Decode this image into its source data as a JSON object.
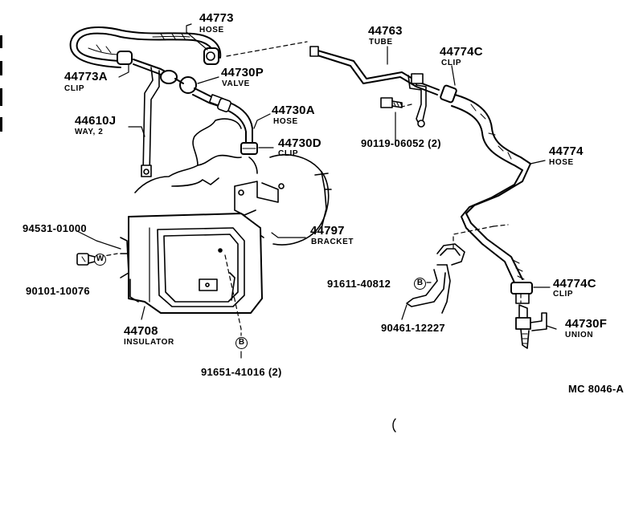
{
  "diagram": {
    "footer_code": "MC 8046-A",
    "parts": [
      {
        "id": "p44773",
        "number": "44773",
        "name": "HOSE"
      },
      {
        "id": "p44773a",
        "number": "44773A",
        "name": "CLIP"
      },
      {
        "id": "p44730p",
        "number": "44730P",
        "name": "VALVE"
      },
      {
        "id": "p44610j",
        "number": "44610J",
        "name": "WAY, 2"
      },
      {
        "id": "p44730a",
        "number": "44730A",
        "name": "HOSE"
      },
      {
        "id": "p44730d",
        "number": "44730D",
        "name": "CLIP"
      },
      {
        "id": "p44763",
        "number": "44763",
        "name": "TUBE"
      },
      {
        "id": "p44774c_top",
        "number": "44774C",
        "name": "CLIP"
      },
      {
        "id": "p44774",
        "number": "44774",
        "name": "HOSE"
      },
      {
        "id": "p44774c_bot",
        "number": "44774C",
        "name": "CLIP"
      },
      {
        "id": "p44730f",
        "number": "44730F",
        "name": "UNION"
      },
      {
        "id": "p44797",
        "number": "44797",
        "name": "BRACKET"
      },
      {
        "id": "p44708",
        "number": "44708",
        "name": "INSULATOR"
      }
    ],
    "codes": [
      {
        "id": "c90119",
        "text": "90119-06052 (2)"
      },
      {
        "id": "c94531",
        "text": "94531-01000"
      },
      {
        "id": "c90101",
        "text": "90101-10076"
      },
      {
        "id": "c91611",
        "text": "91611-40812"
      },
      {
        "id": "c90461",
        "text": "90461-12227"
      },
      {
        "id": "c91651",
        "text": "91651-41016 (2)"
      }
    ],
    "markers": [
      {
        "id": "m_w",
        "letter": "W"
      },
      {
        "id": "m_b1",
        "letter": "B"
      },
      {
        "id": "m_b2",
        "letter": "B"
      }
    ]
  }
}
